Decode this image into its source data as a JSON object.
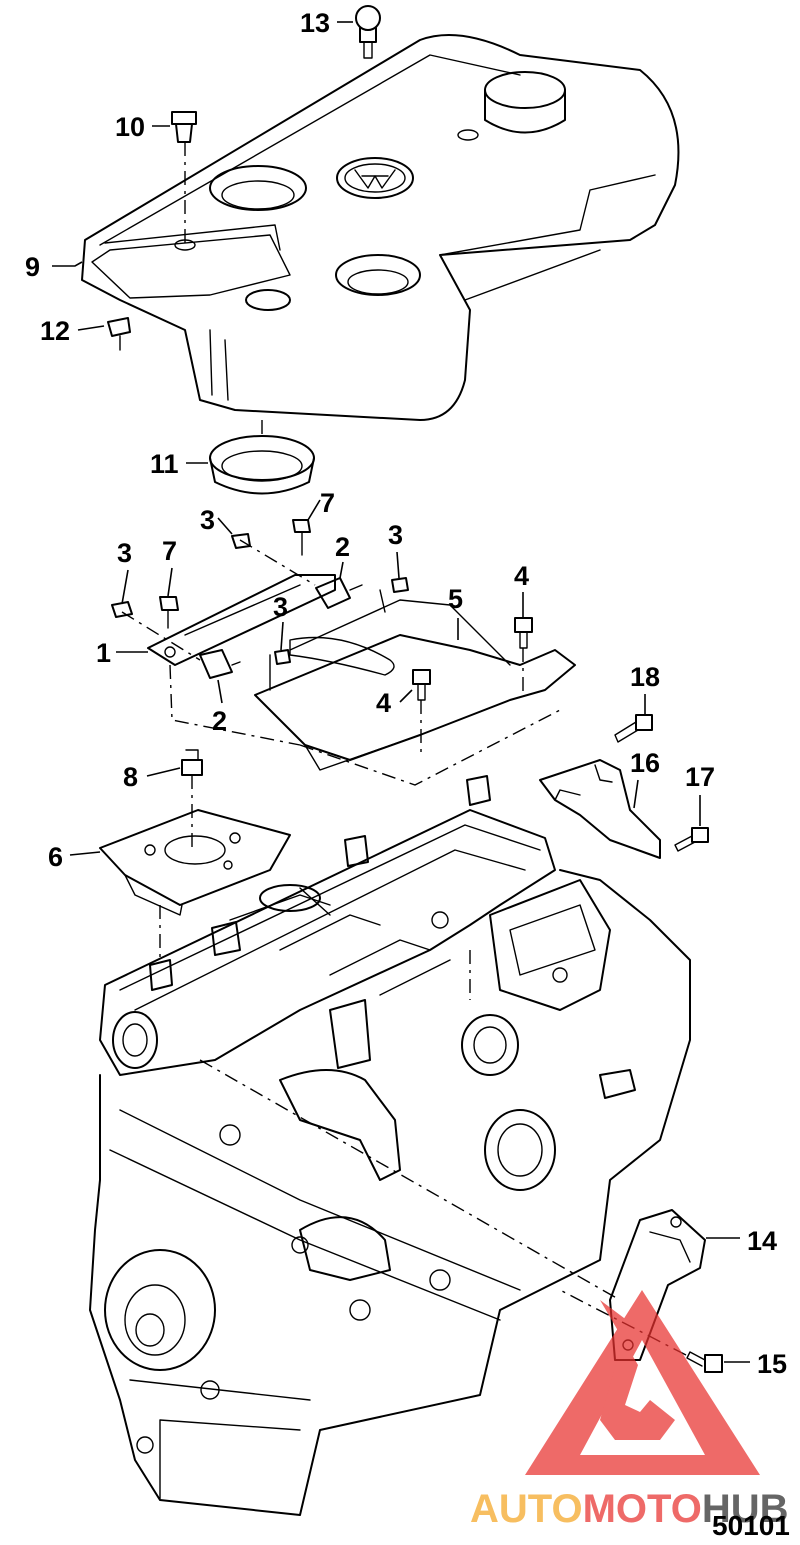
{
  "figure_number": "50101",
  "watermark": {
    "text_part1": "AUTO",
    "text_part2": "MOTO",
    "text_part3": "HUB",
    "color_orange": "#f5a623",
    "color_red": "#e8312f",
    "color_dark": "#2b2b2b"
  },
  "callouts": {
    "c1": "1",
    "c2a": "2",
    "c2b": "2",
    "c3a": "3",
    "c3b": "3",
    "c3c": "3",
    "c3d": "3",
    "c4a": "4",
    "c4b": "4",
    "c5": "5",
    "c6": "6",
    "c7a": "7",
    "c7b": "7",
    "c8": "8",
    "c9": "9",
    "c10": "10",
    "c11": "11",
    "c12": "12",
    "c13": "13",
    "c14": "14",
    "c15": "15",
    "c16": "16",
    "c17": "17",
    "c18": "18"
  }
}
